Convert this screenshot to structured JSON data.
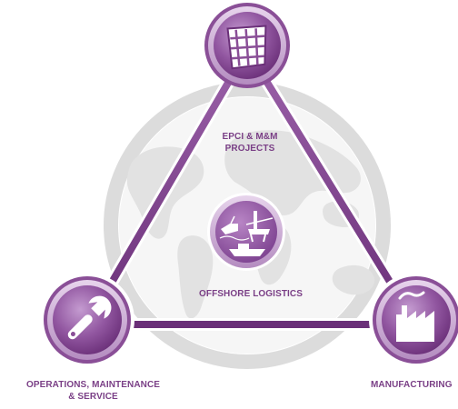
{
  "labels": {
    "epci": {
      "line1": "EPCI & M&M",
      "line2": "PROJECTS"
    },
    "offshore": "OFFSHORE LOGISTICS",
    "operations": {
      "line1": "OPERATIONS, MAINTENANCE",
      "line2": "& SERVICE"
    },
    "manufacturing": "MANUFACTURING"
  },
  "icons": {
    "top": "building-structure-icon",
    "center": "offshore-platform-icon",
    "left": "wrench-icon",
    "right": "factory-icon"
  },
  "colors": {
    "purple": "#8a4f97",
    "purple_dark": "#5e2a6c",
    "purple_light": "#c59fcd",
    "label": "#7a3f86",
    "ring": "#d8d8d8",
    "map": "#e3e3e3"
  }
}
